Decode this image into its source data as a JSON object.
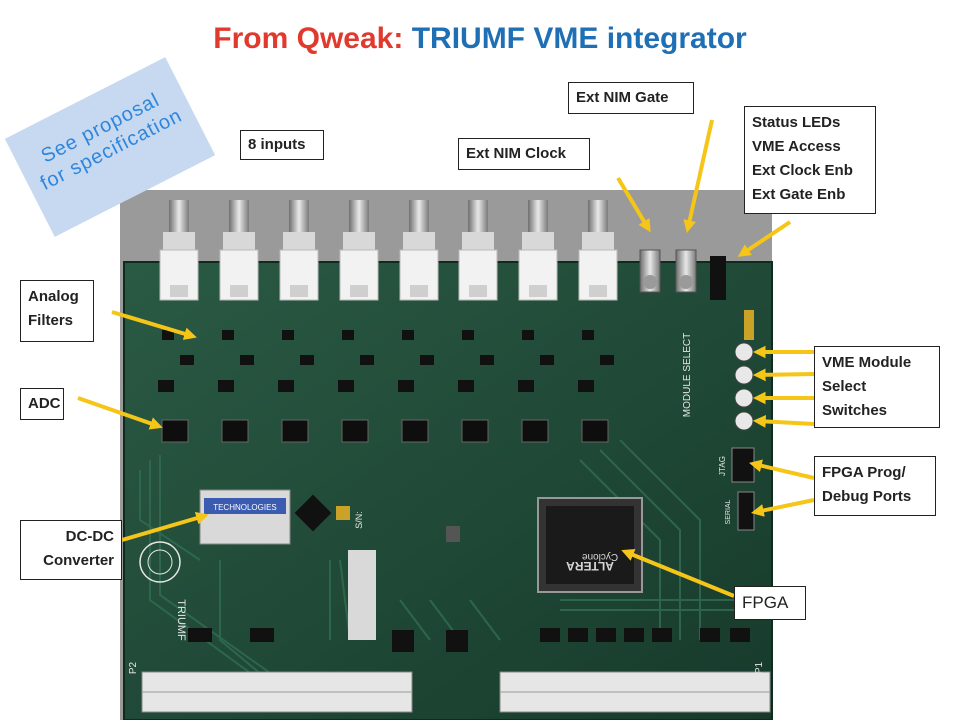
{
  "title": {
    "part1": "From  Qweak:",
    "part2": "TRIUMF VME integrator"
  },
  "note": {
    "line1": "See  proposal",
    "line2": "for specification"
  },
  "callouts": {
    "inputs": "8 inputs",
    "nim_clock": "Ext NIM Clock",
    "nim_gate": "Ext NIM Gate",
    "status": [
      "Status LEDs",
      "VME Access",
      "Ext Clock Enb",
      "Ext Gate Enb"
    ],
    "analog": [
      "Analog",
      "Filters"
    ],
    "adc": "ADC",
    "vme_select": [
      "VME Module",
      "Select",
      "Switches"
    ],
    "fpga_ports": [
      "FPGA Prog/",
      "Debug Ports"
    ],
    "dcdc": [
      "DC-DC",
      "Converter"
    ],
    "fpga": "FPGA"
  },
  "board_text": {
    "chip": "Cyclone",
    "chip_brand": "ALTERA",
    "converter": "TECHNOLOGIES",
    "maker": "TRIUMF",
    "p1": "P1",
    "p2": "P2",
    "sn": "S/N:",
    "module_select": "MODULE SELECT",
    "jtag": "JTAG",
    "serial": "SERIAL"
  },
  "colors": {
    "title_red": "#e03a2f",
    "title_blue": "#1f6fb5",
    "arrow": "#f5c518",
    "pcb": "#1f4e3a",
    "note_bg": "#c6d9f0"
  }
}
